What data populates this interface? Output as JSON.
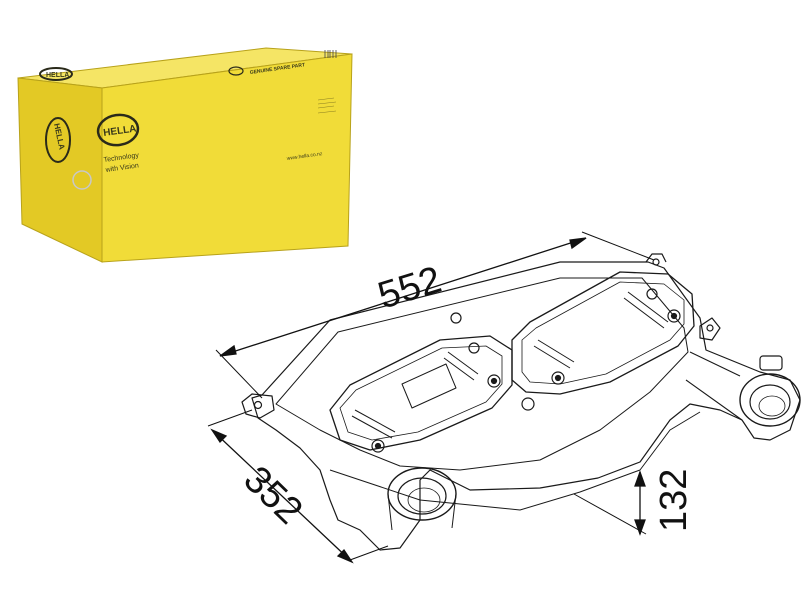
{
  "box": {
    "brand": "HELLA",
    "tagline_line1": "Technology",
    "tagline_line2": "with Vision",
    "genuine": "GENUINE SPARE PART",
    "website": "www.hella.co.nz",
    "colors": {
      "top": "#f3e25a",
      "front": "#f0dc3a",
      "side": "#e2c924",
      "logo": "#2a2a1a"
    }
  },
  "dimensions": {
    "length": "552",
    "width": "352",
    "height": "132"
  },
  "part": {
    "type": "oil cooler",
    "stroke": "#1a1a1a"
  }
}
